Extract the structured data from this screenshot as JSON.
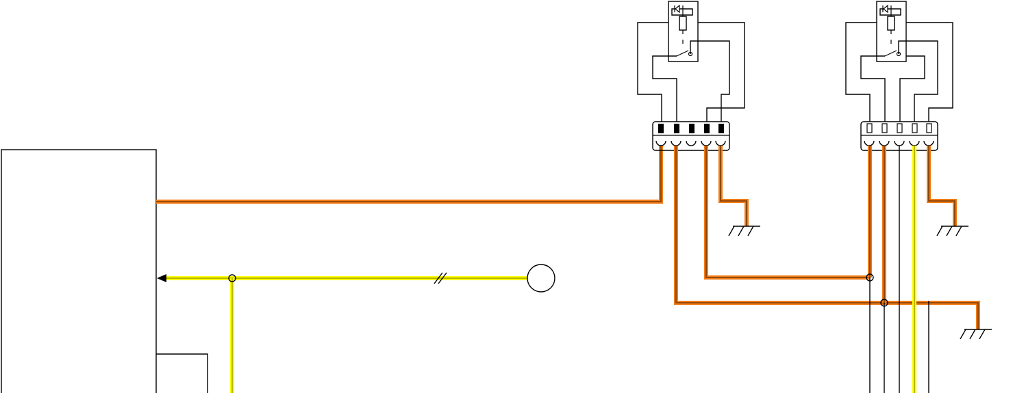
{
  "diagram": {
    "colors": {
      "background": "#ffffff",
      "line": "#000000",
      "wire_orange": "#f07c16",
      "wire_dark": "#7a3a06",
      "wire_yellow": "#ffff00",
      "wire_yellow_edge": "#c8c800"
    },
    "components": [
      {
        "id": "control-box",
        "kind": "box"
      },
      {
        "id": "sensor-circle",
        "kind": "round-sensor"
      },
      {
        "id": "relay-left",
        "kind": "relay-with-connector",
        "pins": 5,
        "pin_style": "filled"
      },
      {
        "id": "relay-right",
        "kind": "relay-with-connector",
        "pins": 5,
        "pin_style": "hollow"
      },
      {
        "id": "ground-1",
        "kind": "ground-icon"
      },
      {
        "id": "ground-2",
        "kind": "ground-icon"
      },
      {
        "id": "ground-3",
        "kind": "ground-icon"
      }
    ],
    "wires": [
      {
        "name": "box-to-relay-left-pin1",
        "color": "orange"
      },
      {
        "name": "relay-left-pin4-to-ground",
        "color": "orange"
      },
      {
        "name": "relay-right-pin5-to-ground",
        "color": "orange"
      },
      {
        "name": "relay-left-pin3-to-relay-right-pin1",
        "color": "orange"
      },
      {
        "name": "relay-left-pin2-to-ground",
        "color": "orange"
      },
      {
        "name": "sensor-to-box",
        "color": "yellow"
      },
      {
        "name": "yellow-drop",
        "color": "yellow"
      },
      {
        "name": "relay-right-pin4-down",
        "color": "yellow"
      }
    ]
  }
}
